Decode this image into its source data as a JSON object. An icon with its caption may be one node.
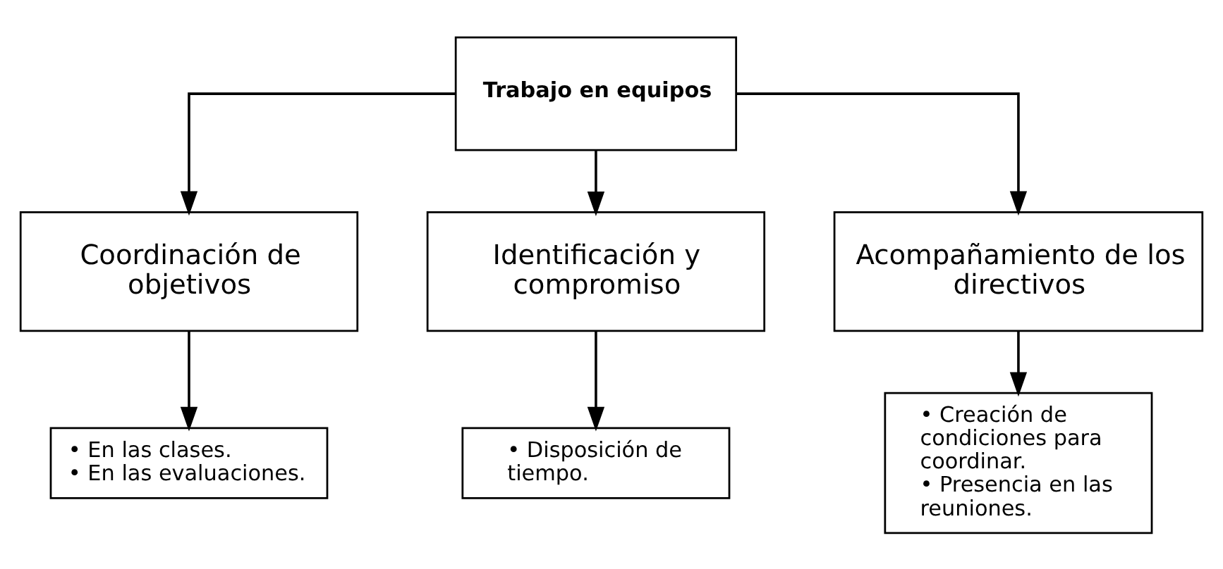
{
  "diagram": {
    "nodes": [
      {
        "text": [
          "Trabajo en equipos"
        ]
      },
      {
        "text": [
          "Coordinación de objetivos"
        ]
      },
      {
        "text": [
          "Identificación y compromiso"
        ]
      },
      {
        "text": [
          "Acompañamiento de los directivos"
        ]
      },
      {
        "text": [
          "• En las clases.",
          "• En las evaluaciones."
        ]
      },
      {
        "text": [
          "• Disposición de tiempo."
        ]
      },
      {
        "text": [
          "• Creación de condiciones para coordinar.",
          "• Presencia en las reuniones."
        ]
      }
    ],
    "edges": [
      {
        "from": 0,
        "to": 1,
        "arrow": "to"
      },
      {
        "from": 0,
        "to": 2,
        "arrow": "to"
      },
      {
        "from": 0,
        "to": 3,
        "arrow": "to"
      },
      {
        "from": 1,
        "to": 4,
        "arrow": "to"
      },
      {
        "from": 2,
        "to": 5,
        "arrow": "to"
      },
      {
        "from": 3,
        "to": 6,
        "arrow": "to"
      }
    ]
  }
}
